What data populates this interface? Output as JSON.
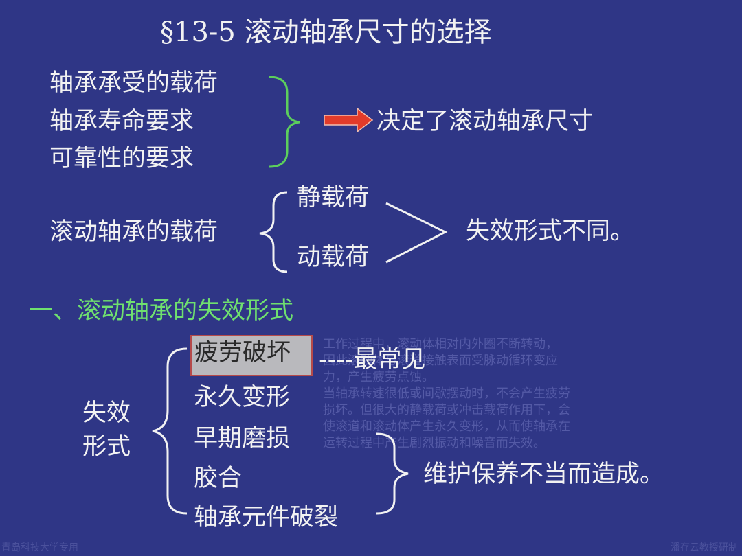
{
  "title": "§13-5  滚动轴承尺寸的选择",
  "factors": {
    "items": [
      "轴承承受的载荷",
      "轴承寿命要求",
      "可靠性的要求"
    ],
    "result": "决定了滚动轴承尺寸"
  },
  "loads": {
    "label": "滚动轴承的载荷",
    "static": "静载荷",
    "dynamic": "动载荷",
    "conclusion": "失效形式不同。"
  },
  "section_heading": "一、滚动轴承的失效形式",
  "failure": {
    "group_label_line1": "失效",
    "group_label_line2": "形式",
    "modes": [
      "疲劳破坏",
      "永久变形",
      "早期磨损",
      "胶合",
      "轴承元件破裂"
    ],
    "fatigue_note": "----最常见",
    "maintenance_note": "维护保养不当而造成。",
    "faint_note_lines": [
      "工作过程中，滚动体相对内外圈不断转动，",
      "因此滚动体与滚道接触表面受脉动循环变应",
      "力，产生疲劳点蚀。",
      "当轴承转速很低或间歇摆动时，不会产生疲劳",
      "损坏。但很大的静载荷或冲击载荷作用下，会",
      "使滚道和滚动体产生永久变形，从而使轴承在",
      "运转过程中产生剧烈振动和噪音而失效。"
    ]
  },
  "footer": {
    "left": "青岛科技大学专用",
    "right": "潘存云教授研制"
  },
  "colors": {
    "background": "#2f3686",
    "text": "#f2f2f2",
    "heading_green": "#6fe06f",
    "brace_green": "#5ccf5c",
    "arrow_red": "#e23b2a",
    "highlight_gray": "#b9b9bd"
  }
}
